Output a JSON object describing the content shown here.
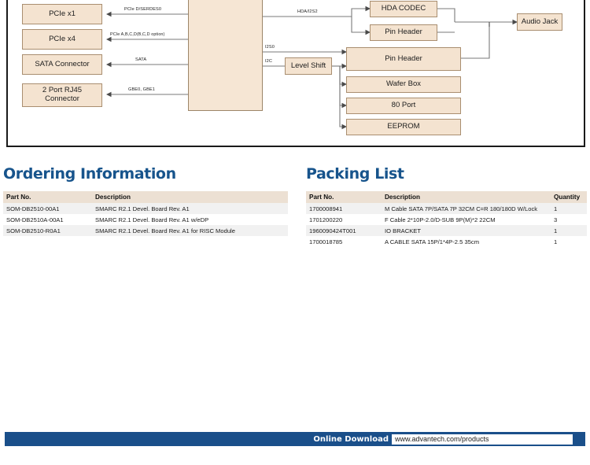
{
  "diagram": {
    "name": "smarc-development-board-block-diagram",
    "module_block": {
      "label": ""
    },
    "left_blocks": [
      {
        "label": "PCIe x1",
        "wire": "PCIe D/SERDES0"
      },
      {
        "label": "PCIe x4",
        "wire": "PCIe A,B,C,D(B,C,D option)"
      },
      {
        "label": "SATA Connector",
        "wire": "SATA"
      },
      {
        "label": "2 Port RJ45 Connector",
        "wire": "GBE0, GBE1"
      }
    ],
    "bus_labels": [
      {
        "label": "HDA/I2S2"
      },
      {
        "label": "I2S0"
      },
      {
        "label": "I2C"
      }
    ],
    "level_shift": {
      "label": "Level Shift"
    },
    "audio_blocks": [
      {
        "label": "HDA CODEC"
      },
      {
        "label": "Pin Header"
      }
    ],
    "audio_jack": {
      "label": "Audio Jack"
    },
    "right_blocks": [
      {
        "label": "Pin Header"
      },
      {
        "label": "Wafer Box"
      },
      {
        "label": "80 Port"
      },
      {
        "label": "EEPROM"
      }
    ]
  },
  "ordering": {
    "title": "Ordering Information",
    "columns": [
      "Part No.",
      "Description"
    ],
    "rows": [
      [
        "SOM-DB2510-00A1",
        "SMARC R2.1 Devel. Board Rev. A1"
      ],
      [
        "SOM-DB2510A-00A1",
        "SMARC R2.1 Devel. Board Rev. A1 w/eDP"
      ],
      [
        "SOM-DB2510-R0A1",
        "SMARC R2.1 Devel. Board Rev. A1 for RISC Module"
      ]
    ]
  },
  "packing": {
    "title": "Packing List",
    "columns": [
      "Part No.",
      "Description",
      "Quantity"
    ],
    "rows": [
      [
        "1700008941",
        "M Cable SATA 7P/SATA 7P 32CM C=R 180/180D W/Lock",
        "1"
      ],
      [
        "1701200220",
        "F Cable 2*10P-2.0/D-SUB 9P(M)*2 22CM",
        "3"
      ],
      [
        "1960090424T001",
        "IO BRACKET",
        "1"
      ],
      [
        "1700018785",
        "A CABLE SATA 15P/1*4P-2.5 35cm",
        "1"
      ]
    ]
  },
  "footer": {
    "label": "Online Download",
    "url": "www.advantech.com/products"
  },
  "colors": {
    "heading_blue": "#17548c",
    "footer_blue": "#1a4f8a",
    "block_fill": "#f4e3d0",
    "block_border": "#a98e70",
    "table_header_bg": "#ece0d3",
    "row_alt_bg": "#f1f1f1"
  }
}
